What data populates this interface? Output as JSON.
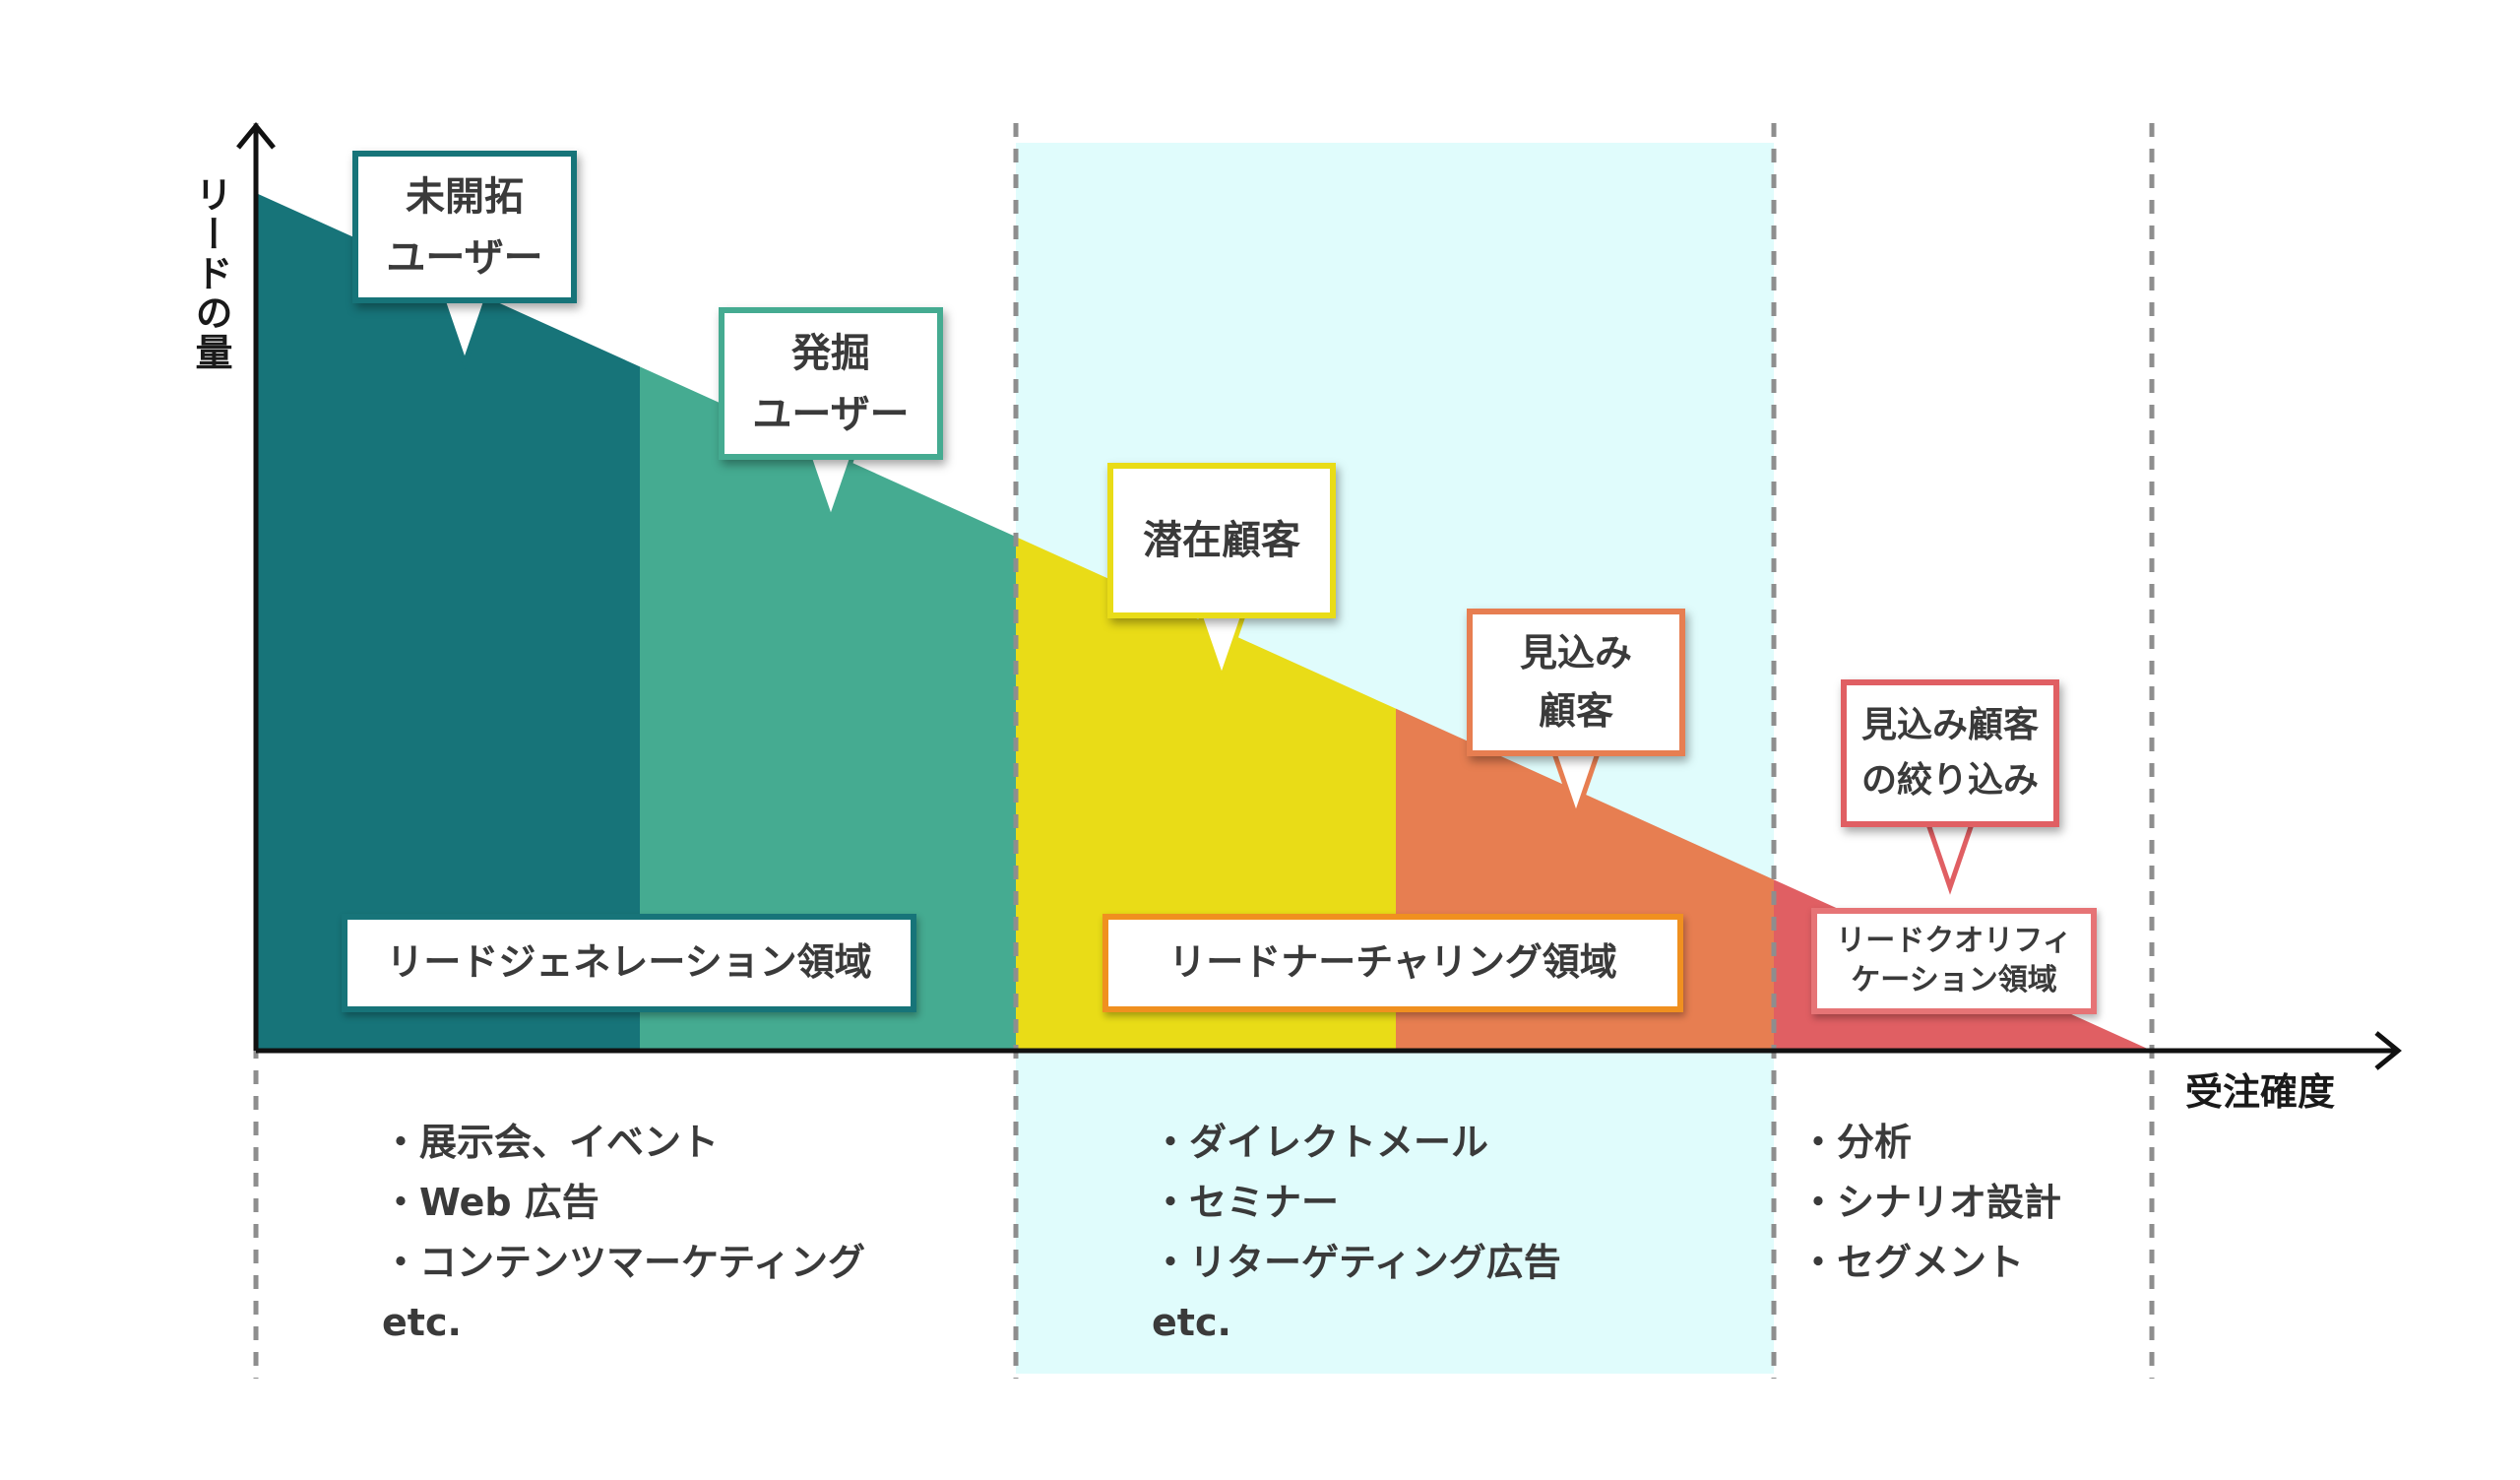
{
  "axes": {
    "y_label": "リードの量",
    "x_label": "受注確度"
  },
  "colors": {
    "teal_dark": "#177479",
    "teal_light": "#45ab91",
    "yellow": "#e9dc17",
    "orange": "#e77e51",
    "red": "#e05f63",
    "band_cyan": "#e0fcfc",
    "divider_gray": "#8e8e8e",
    "axis": "#111111"
  },
  "stages": [
    {
      "label": "未開拓\nユーザー",
      "color": "#177479"
    },
    {
      "label": "発掘\nユーザー",
      "color": "#45ab91"
    },
    {
      "label": "潜在顧客",
      "color": "#e9dc17"
    },
    {
      "label": "見込み\n顧客",
      "color": "#e77e51"
    },
    {
      "label": "見込み顧客\nの絞り込み",
      "color": "#e05f63"
    }
  ],
  "regions": [
    {
      "label": "リードジェネレーション領域",
      "color": "#177479"
    },
    {
      "label": "リードナーチャリング領域",
      "color": "#f0901f"
    },
    {
      "label": "リードクオリフィ\nケーション領域",
      "color": "#e67476"
    }
  ],
  "tactics": [
    {
      "items": [
        "展示会、イベント",
        "Web 広告",
        "コンテンツマーケティング"
      ],
      "extra": "etc."
    },
    {
      "items": [
        "ダイレクトメール",
        "セミナー",
        "リターゲティング広告"
      ],
      "extra": "etc."
    },
    {
      "items": [
        "分析",
        "シナリオ設計",
        "セグメント"
      ],
      "extra": ""
    }
  ]
}
